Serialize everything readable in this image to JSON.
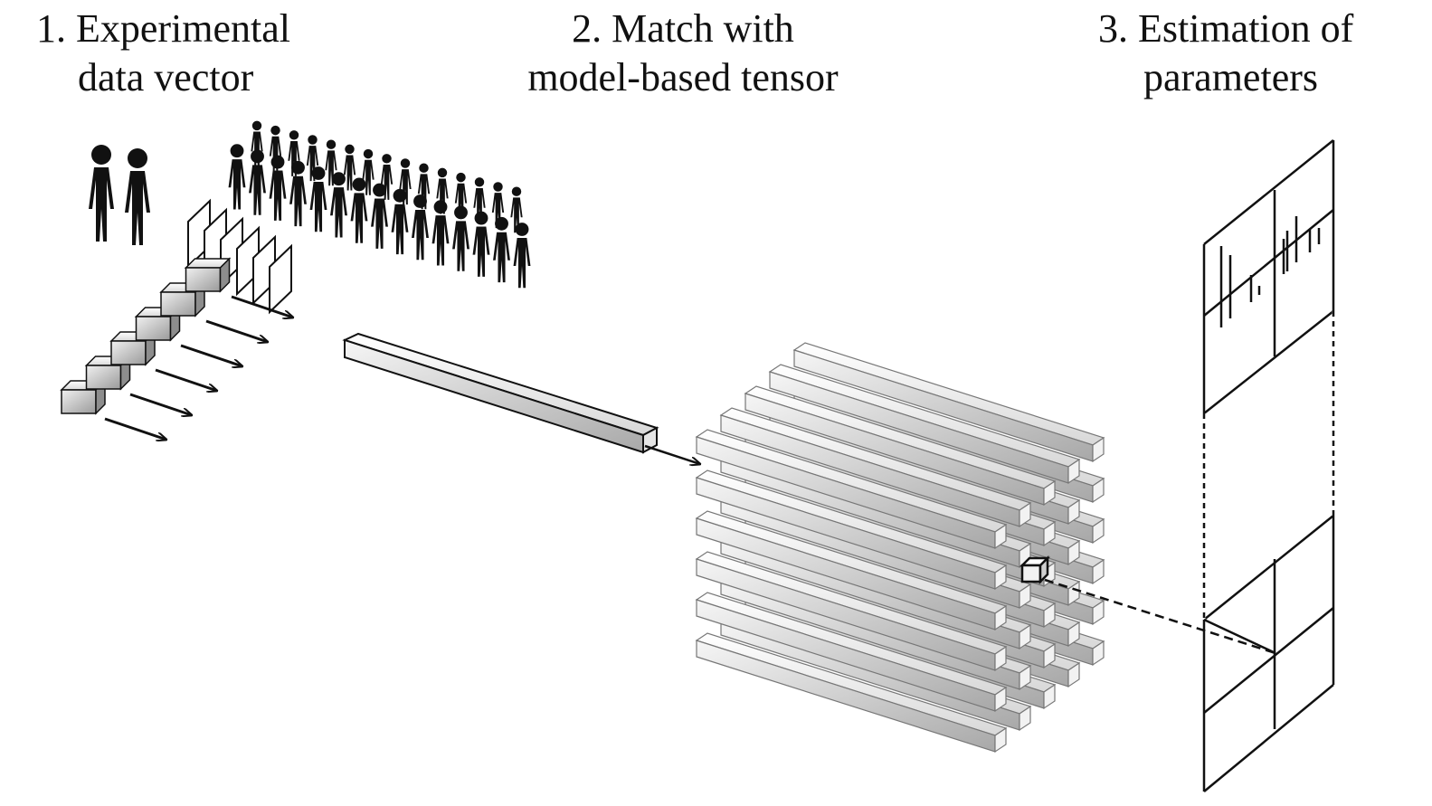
{
  "steps": [
    {
      "line1": "1. Experimental",
      "line2": "data vector"
    },
    {
      "line1": "2. Match with",
      "line2": "model-based tensor"
    },
    {
      "line1": "3. Estimation of",
      "line2": "parameters"
    }
  ],
  "icons": {
    "people": "person-figure-icon",
    "trials": "frame-outline-icon",
    "blocks": "cube-icon"
  },
  "colors": {
    "ink": "#111111",
    "bar_light": "#f4f4f4",
    "bar_dark": "#a9a9a9",
    "background": "#ffffff"
  }
}
